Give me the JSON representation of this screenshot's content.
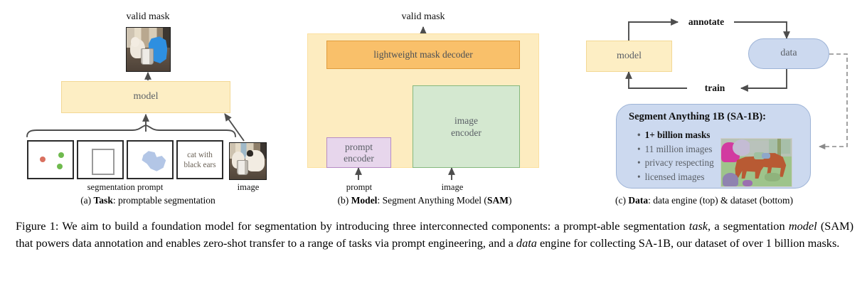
{
  "figure": {
    "number": "Figure 1:",
    "caption_parts": [
      {
        "t": "Figure 1: We aim to build a foundation model for segmentation by introducing three interconnected components: a prompt-able segmentation ",
        "style": "normal"
      },
      {
        "t": "task",
        "style": "italic"
      },
      {
        "t": ", a segmentation ",
        "style": "normal"
      },
      {
        "t": "model",
        "style": "italic"
      },
      {
        "t": " (SAM) that powers data annotation and enables zero-shot transfer to a range of tasks via prompt engineering, and a ",
        "style": "normal"
      },
      {
        "t": "data",
        "style": "italic"
      },
      {
        "t": " engine for collecting SA-1B, our dataset of over 1 billion masks.",
        "style": "normal"
      }
    ],
    "caption_plain": "Figure 1: We aim to build a foundation model for segmentation by introducing three interconnected components: a promptable segmentation task, a segmentation model (SAM) that powers data annotation and enables zero-shot transfer to a range of tasks via prompt engineering, and a data engine for collecting SA-1B, our dataset of over 1 billion masks."
  },
  "panel_a": {
    "subcaption_prefix": "(a) ",
    "subcaption_bold": "Task",
    "subcaption_rest": ": promptable segmentation",
    "top_label": "valid mask",
    "model_label": "model",
    "prompt_group_label": "segmentation prompt",
    "image_label": "image",
    "prompt_boxes": [
      {
        "kind": "points-prompt",
        "text": ""
      },
      {
        "kind": "box-prompt",
        "text": ""
      },
      {
        "kind": "mask-prompt",
        "text": ""
      },
      {
        "kind": "text-prompt",
        "text": "cat with black ears",
        "line1": "cat with",
        "line2": "black ears"
      }
    ]
  },
  "panel_b": {
    "subcaption_prefix": "(b) ",
    "subcaption_bold": "Model",
    "subcaption_rest": ": Segment Anything Model (",
    "subcaption_bold2": "SAM",
    "subcaption_rest2": ")",
    "top_label": "valid mask",
    "decoder_label": "lightweight mask decoder",
    "image_encoder_line1": "image",
    "image_encoder_line2": "encoder",
    "prompt_encoder_line1": "prompt",
    "prompt_encoder_line2": "encoder",
    "input_prompt_label": "prompt",
    "input_image_label": "image"
  },
  "panel_c": {
    "subcaption_prefix": "(c) ",
    "subcaption_bold": "Data",
    "subcaption_rest": ": data engine (top) & dataset (bottom)",
    "model_label": "model",
    "data_label": "data",
    "annotate_label": "annotate",
    "train_label": "train",
    "dataset_title_plain": "Segment Anything 1B (SA-1B):",
    "dataset_title_pre": "Segment Anything 1B (",
    "dataset_title_bold": "SA-1B",
    "dataset_title_post": "):",
    "dataset_bullets": [
      {
        "text": "1+ billion masks",
        "bold": true
      },
      {
        "text": "11 million images",
        "bold": false
      },
      {
        "text": "privacy respecting",
        "bold": false
      },
      {
        "text": "licensed images",
        "bold": false
      }
    ]
  },
  "colors": {
    "yellow_fill": "#fdeec4",
    "yellow_border": "#f3d894",
    "panel_yellow_fill": "#fdecc0",
    "orange_fill": "#f9c06a",
    "orange_border": "#e09c3e",
    "green_fill": "#d4e8d0",
    "green_border": "#85b87e",
    "purple_fill": "#e7d6ec",
    "purple_border": "#b88cc4",
    "blue_fill": "#ccd9ef",
    "blue_border": "#9db3d6",
    "arrow_gray": "#4d4d4d",
    "text_gray": "#5a5f66",
    "point_positive": "#6fba4e",
    "point_negative": "#d9705f",
    "mask_blue": "#b3c6e6"
  }
}
